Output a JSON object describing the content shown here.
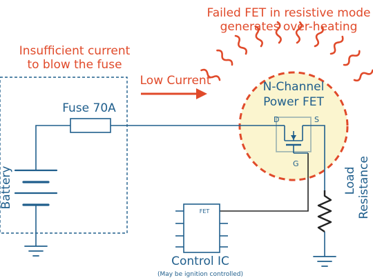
{
  "colors": {
    "wire": "#1f5e8c",
    "accent": "#e04a2a",
    "fet_fill": "#fbf5cf",
    "ground": "#1f5e8c"
  },
  "text": {
    "headline_line1": "Failed FET in resistive mode",
    "headline_line2": "generates over-heating",
    "insufficient_line1": "Insufficient current",
    "insufficient_line2": "to blow the fuse",
    "low_current": "Low Current",
    "fet_line1": "N-Channel",
    "fet_line2": "Power FET",
    "fuse": "Fuse 70A",
    "battery": "Battery",
    "load_line1": "Load",
    "load_line2": "Resistance",
    "pin_d": "D",
    "pin_s": "S",
    "pin_g": "G",
    "chip_pin": "FET",
    "control_ic": "Control IC",
    "control_note": "(May be ignition controlled)"
  },
  "icons": {
    "heat": "heat-wave-icon",
    "arrow": "right-arrow-icon",
    "ground": "ground-icon",
    "transistor": "mosfet-icon",
    "resistor": "resistor-icon",
    "battery": "battery-icon",
    "chip": "ic-chip-icon"
  }
}
